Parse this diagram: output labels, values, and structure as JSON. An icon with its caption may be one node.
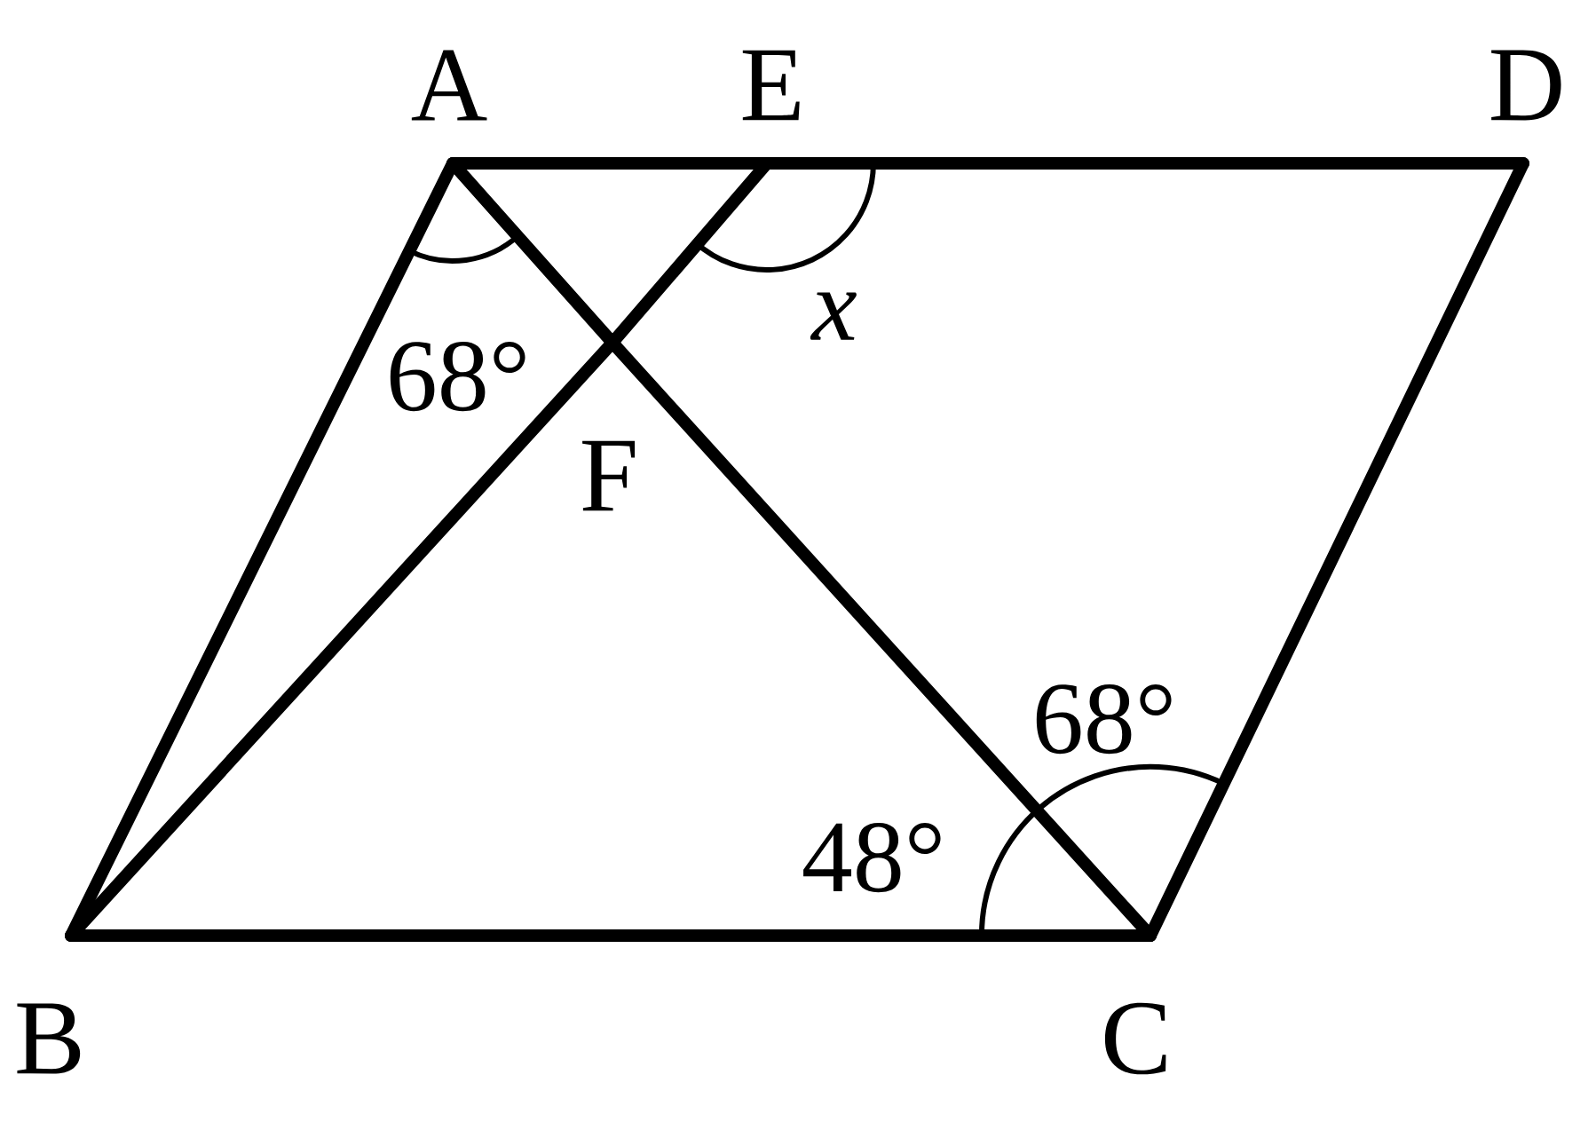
{
  "diagram": {
    "nodes": [
      {
        "text": [
          "A"
        ]
      },
      {
        "text": [
          "E"
        ]
      },
      {
        "text": [
          "D"
        ]
      },
      {
        "text": [
          "B"
        ]
      },
      {
        "text": [
          "C"
        ]
      },
      {
        "text": [
          "F"
        ]
      }
    ],
    "edges": [
      {
        "from": 0,
        "to": 1,
        "arrow": "none"
      },
      {
        "from": 1,
        "to": 2,
        "arrow": "none"
      },
      {
        "from": 0,
        "to": 3,
        "arrow": "none"
      },
      {
        "from": 3,
        "to": 4,
        "arrow": "none"
      },
      {
        "from": 4,
        "to": 2,
        "arrow": "none"
      },
      {
        "from": 0,
        "to": 5,
        "arrow": "none"
      },
      {
        "from": 5,
        "to": 4,
        "arrow": "none"
      },
      {
        "from": 3,
        "to": 5,
        "arrow": "none"
      },
      {
        "from": 5,
        "to": 1,
        "arrow": "none"
      }
    ],
    "labels": [
      "68°",
      "x",
      "68°",
      "48°"
    ]
  }
}
